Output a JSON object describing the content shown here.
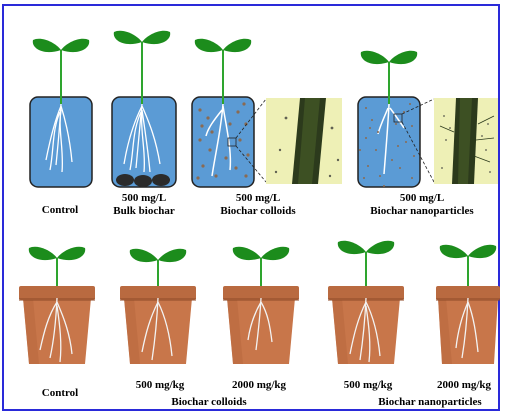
{
  "hydroponic_panel": {
    "labels": {
      "control": "Control",
      "bulk_conc": "500 mg/L",
      "bulk_name": "Bulk biochar",
      "colloid_conc": "500 mg/L",
      "colloid_name": "Biochar colloids",
      "nano_conc": "500 mg/L",
      "nano_name": "Biochar nanoparticles"
    }
  },
  "soil_panel": {
    "labels": {
      "control": "Control",
      "colloid_low": "500 mg/kg",
      "colloid_high": "2000 mg/kg",
      "colloid_name": "Biochar colloids",
      "nano_low": "500 mg/kg",
      "nano_high": "2000 mg/kg",
      "nano_name": "Biochar nanoparticles"
    }
  },
  "colors": {
    "frame": "#2a2ad9",
    "leaf": "#1c8c1c",
    "stem": "#2ea52e",
    "water": "#5b9bd5",
    "container_edge": "#222222",
    "root": "#ffffff",
    "pot": "#c8764a",
    "pot_rim": "#b96a40",
    "pot_shadow": "#a85c34",
    "particles": "#8a6a52",
    "bulk_biochar": "#2b2b2b",
    "micrograph_bg": "#eef0b6"
  }
}
